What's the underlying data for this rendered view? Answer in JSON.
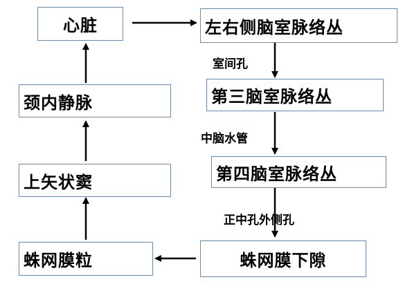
{
  "nodes": {
    "heart": "心脏",
    "lateral_plexus": "左右侧脑室脉络丛",
    "third_plexus": "第三脑室脉络丛",
    "fourth_plexus": "第四脑室脉络丛",
    "subarachnoid_space": "蛛网膜下隙",
    "arachnoid_granulation": "蛛网膜粒",
    "superior_sagittal_sinus": "上矢状窦",
    "jugular_vein": "颈内静脉"
  },
  "edges": {
    "interventricular_foramen": "室间孔",
    "cerebral_aqueduct": "中脑水管",
    "median_lateral_apertures": "正中孔外侧孔"
  }
}
